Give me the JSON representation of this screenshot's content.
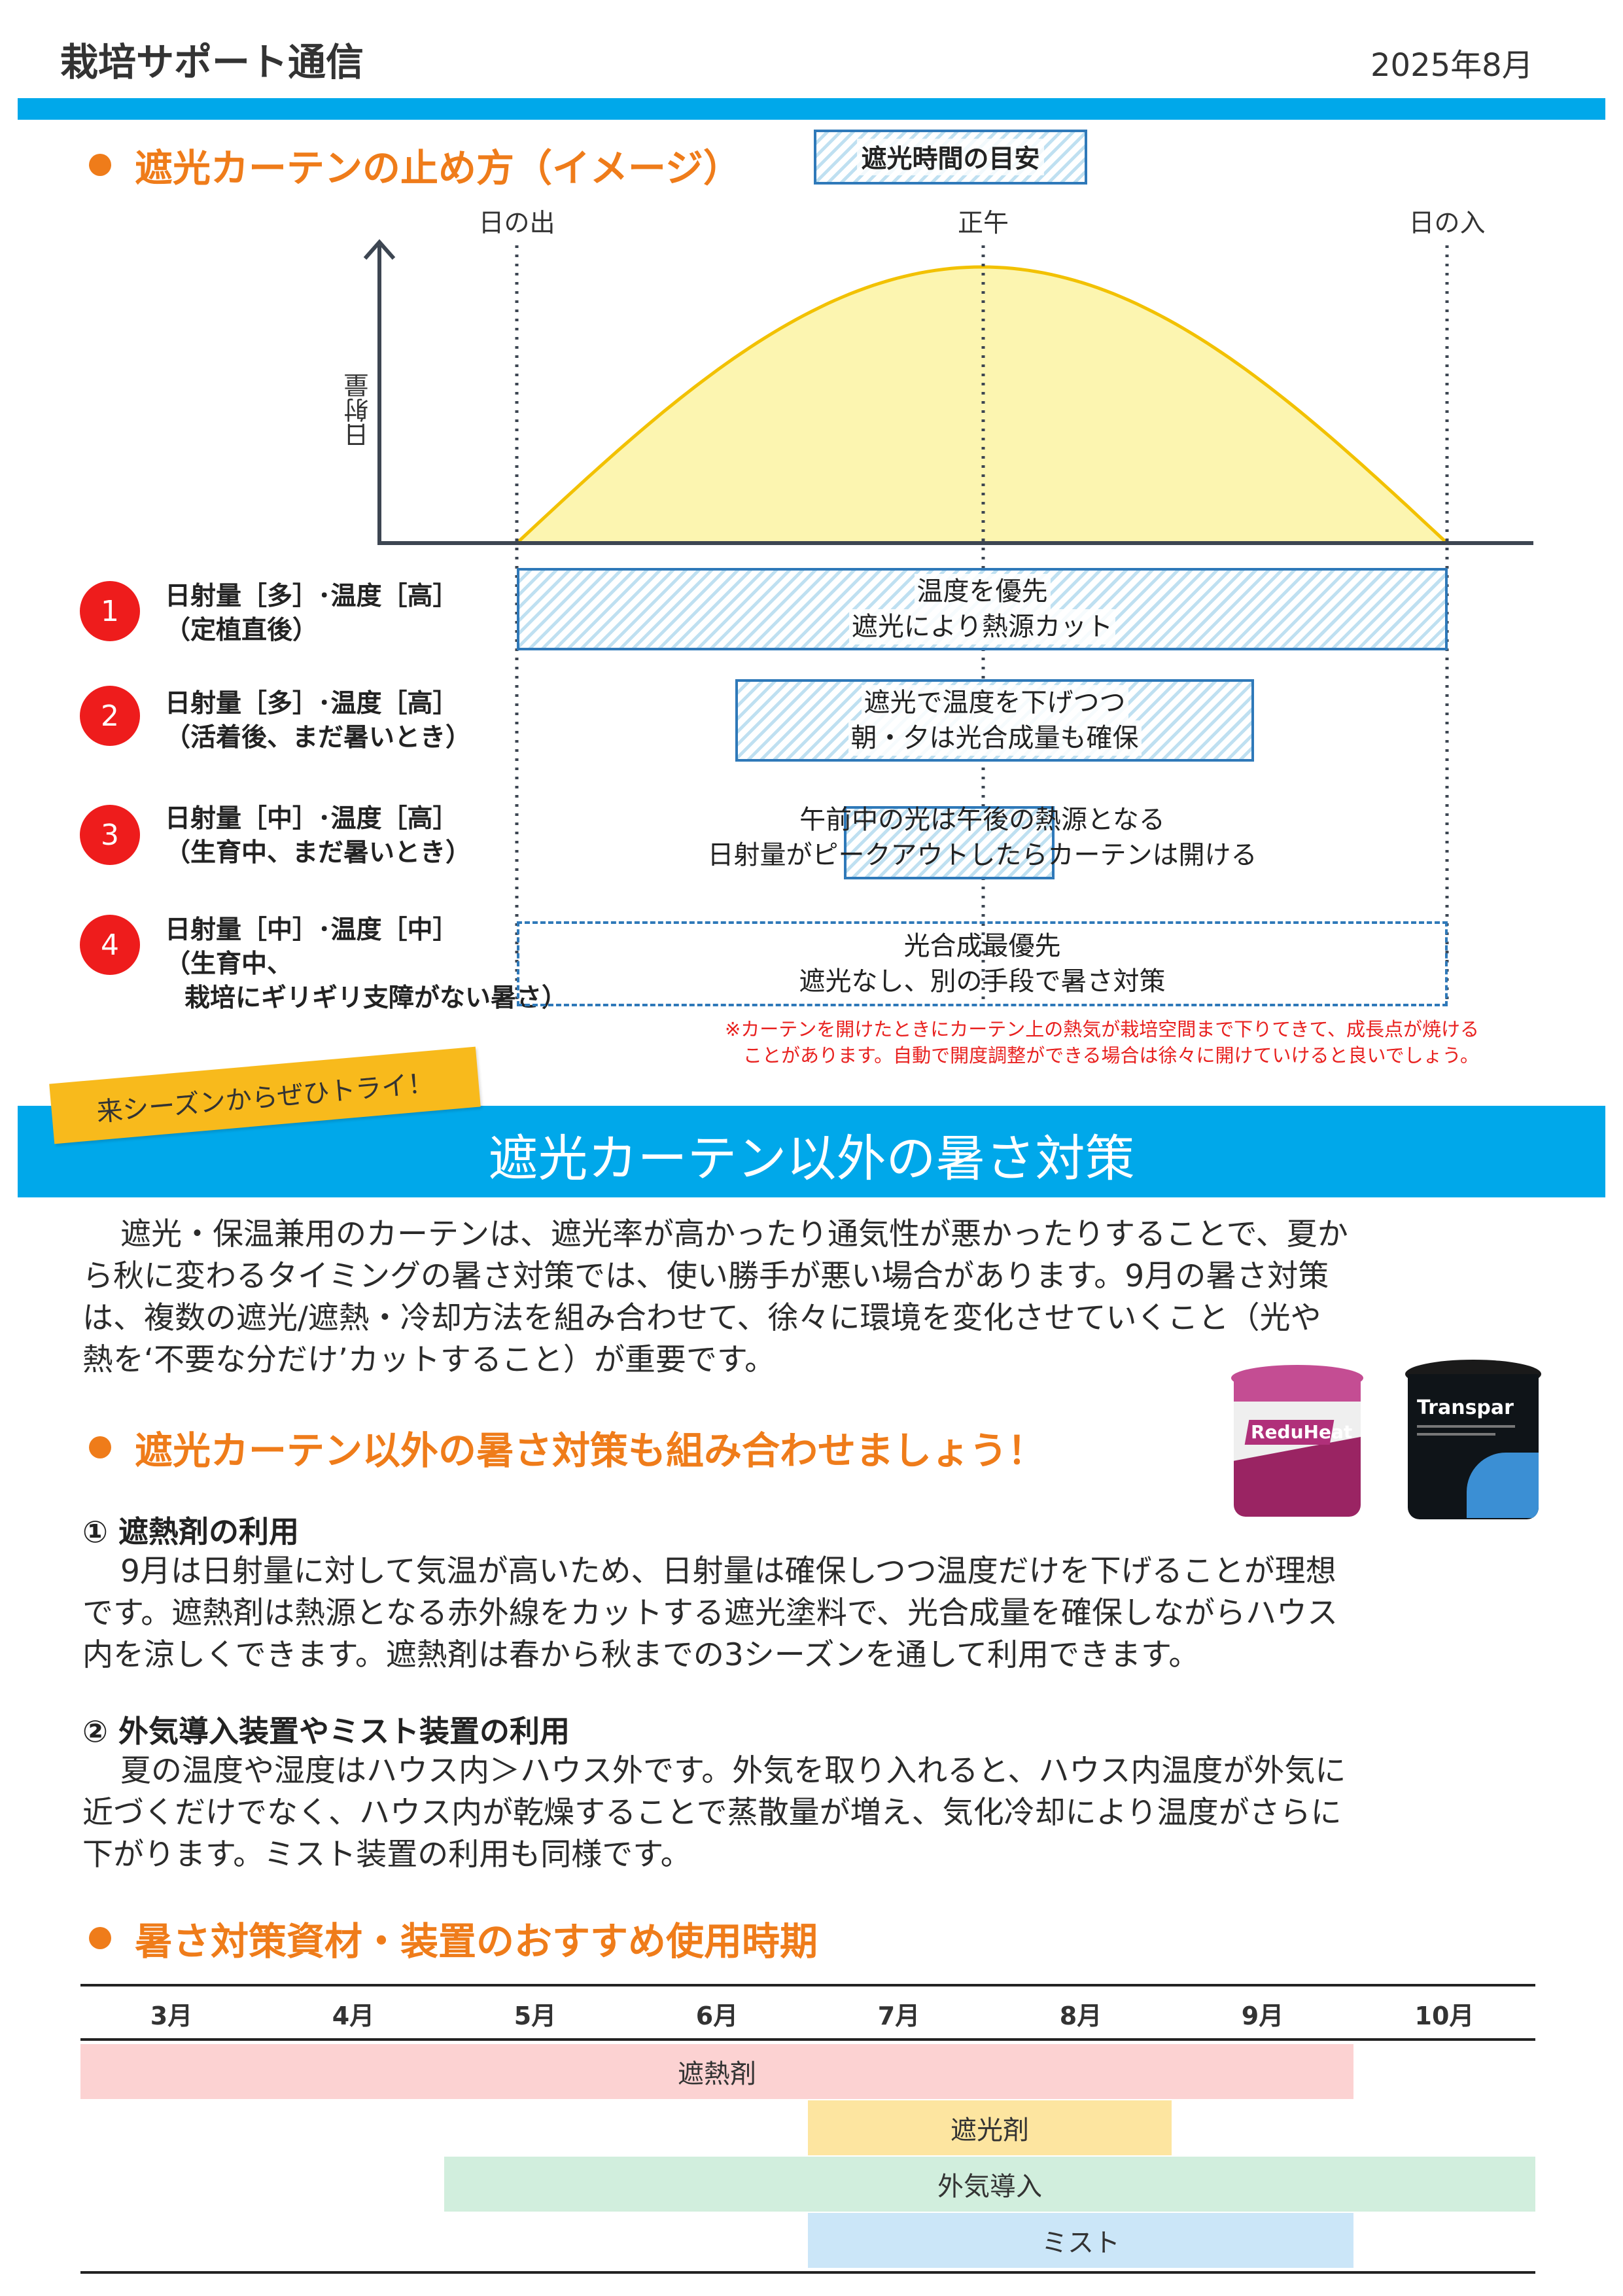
{
  "header": {
    "title": "栽培サポート通信",
    "date": "2025年8月"
  },
  "section1": {
    "heading": "遮光カーテンの止め方（イメージ）",
    "legend": "遮光時間の目安",
    "chart_data": {
      "type": "area",
      "x": [
        "日の出",
        "正午",
        "日の入"
      ],
      "values": [
        0,
        1,
        0
      ],
      "ylabel": "日射量",
      "title": "",
      "xlabel": "",
      "grid": false,
      "fill_color": "#fcf5b0",
      "line_color": "#f2c100"
    },
    "rows": [
      {
        "num": "1",
        "label1": "日射量［多］･温度［高］",
        "label2": "（定植直後）",
        "band1": "温度を優先",
        "band2": "遮光により熱源カット"
      },
      {
        "num": "2",
        "label1": "日射量［多］･温度［高］",
        "label2": "（活着後、まだ暑いとき）",
        "band1": "遮光で温度を下げつつ",
        "band2": "朝・夕は光合成量も確保"
      },
      {
        "num": "3",
        "label1": "日射量［中］･温度［高］",
        "label2": "（生育中、まだ暑いとき）",
        "band1": "午前中の光は午後の熱源となる",
        "band2": "日射量がピークアウトしたらカーテンは開ける"
      },
      {
        "num": "4",
        "label1": "日射量［中］･温度［中］",
        "label2": "（生育中、",
        "label3": "栽培にギリギリ支障がない暑さ）",
        "band1": "光合成最優先",
        "band2": "遮光なし、別の手段で暑さ対策"
      }
    ],
    "note1": "※カーテンを開けたときにカーテン上の熱気が栽培空間まで下りてきて、成長点が焼ける",
    "note2": "ことがあります。自動で開度調整ができる場合は徐々に開けていけると良いでしょう。"
  },
  "section2": {
    "tag": "来シーズンからぜひトライ！",
    "banner": "遮光カーテン以外の暑さ対策",
    "intro": [
      "遮光・保温兼用のカーテンは、遮光率が高かったり通気性が悪かったりすることで、夏か",
      "ら秋に変わるタイミングの暑さ対策では、使い勝手が悪い場合があります。9月の暑さ対策",
      "は、複数の遮光/遮熱・冷却方法を組み合わせて、徐々に環境を変化させていくこと（光や",
      "熱を‘不要な分だけ’カットすること）が重要です。"
    ],
    "heading2": "遮光カーテン以外の暑さ対策も組み合わせましょう！",
    "products": [
      {
        "brand": "ReduHeat",
        "color": "#b0307a"
      },
      {
        "brand": "Transpar",
        "color": "#3b8fd4"
      }
    ],
    "item1": {
      "title": "① 遮熱剤の利用",
      "lines": [
        "9月は日射量に対して気温が高いため、日射量は確保しつつ温度だけを下げることが理想",
        "です。遮熱剤は熱源となる赤外線をカットする遮光塗料で、光合成量を確保しながらハウス",
        "内を涼しくできます。遮熱剤は春から秋までの3シーズンを通して利用できます。"
      ]
    },
    "item2": {
      "title": "② 外気導入装置やミスト装置の利用",
      "lines": [
        "夏の温度や湿度はハウス内＞ハウス外です。外気を取り入れると、ハウス内温度が外気に",
        "近づくだけでなく、ハウス内が乾燥することで蒸散量が増え、気化冷却により温度がさらに",
        "下がります。ミスト装置の利用も同様です。"
      ]
    }
  },
  "section3": {
    "heading": "暑さ対策資材・装置のおすすめ使用時期",
    "months": [
      "3月",
      "4月",
      "5月",
      "6月",
      "7月",
      "8月",
      "9月",
      "10月"
    ],
    "chart_data": {
      "type": "table",
      "categories": [
        "3月",
        "4月",
        "5月",
        "6月",
        "7月",
        "8月",
        "9月",
        "10月"
      ],
      "series": [
        {
          "name": "遮熱剤",
          "start": 3.0,
          "end": 10.0,
          "color": "#fcd2d2"
        },
        {
          "name": "遮光剤",
          "start": 7.0,
          "end": 9.0,
          "color": "#fde5a0"
        },
        {
          "name": "外気導入",
          "start": 5.0,
          "end": 11.0,
          "color": "#d1eedd"
        },
        {
          "name": "ミスト",
          "start": 7.0,
          "end": 10.0,
          "color": "#cbe6f8"
        }
      ]
    }
  }
}
